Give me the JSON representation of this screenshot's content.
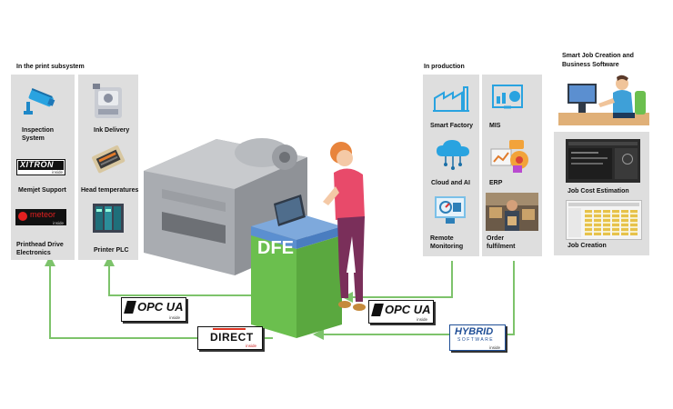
{
  "print_subsystem": {
    "title": "In the print subsystem",
    "items": [
      {
        "label": "Inspection System",
        "icon": "security-camera-icon"
      },
      {
        "label": "Ink Delivery",
        "icon": "ink-delivery-icon"
      },
      {
        "label": "Memjet Support",
        "icon": "xitron-logo"
      },
      {
        "label": "Head temperatures",
        "icon": "printhead-icon"
      },
      {
        "label": "Printhead Drive Electronics",
        "icon": "meteor-logo"
      },
      {
        "label": "Printer PLC",
        "icon": "plc-icon"
      }
    ],
    "logos": {
      "xitron": "XITRON",
      "xitron_inside": "inside",
      "meteor": "meteor",
      "meteor_inside": "inside"
    }
  },
  "production": {
    "title": "In production",
    "items": [
      {
        "label": "Smart Factory",
        "icon": "factory-icon"
      },
      {
        "label": "MIS",
        "icon": "mis-dashboard-icon"
      },
      {
        "label": "Cloud and AI",
        "icon": "cloud-ai-icon"
      },
      {
        "label": "ERP",
        "icon": "erp-icon"
      },
      {
        "label": "Remote Monitoring",
        "icon": "remote-monitoring-icon"
      },
      {
        "label": "Order fulfilment",
        "icon": "order-fulfilment-photo"
      }
    ]
  },
  "business": {
    "title": "Smart Job Creation and Business Software",
    "items": [
      {
        "label": "Job Cost Estimation",
        "icon": "estimation-screenshot"
      },
      {
        "label": "Job Creation",
        "icon": "job-creation-screenshot"
      }
    ]
  },
  "center": {
    "dfe_label": "DFE"
  },
  "badges": {
    "opc_left": {
      "name": "OPC UA",
      "inside": "inside"
    },
    "direct": {
      "name": "DIRECT",
      "inside": "inside"
    },
    "opc_right": {
      "name": "OPC UA",
      "inside": "inside"
    },
    "hybrid": {
      "name": "HYBRID",
      "sub": "SOFTWARE",
      "inside": "inside"
    }
  },
  "colors": {
    "arrow": "#7dc36b",
    "dfe_green": "#6bbf4e",
    "dfe_blue": "#5b8fd0",
    "panel": "#dedede"
  }
}
